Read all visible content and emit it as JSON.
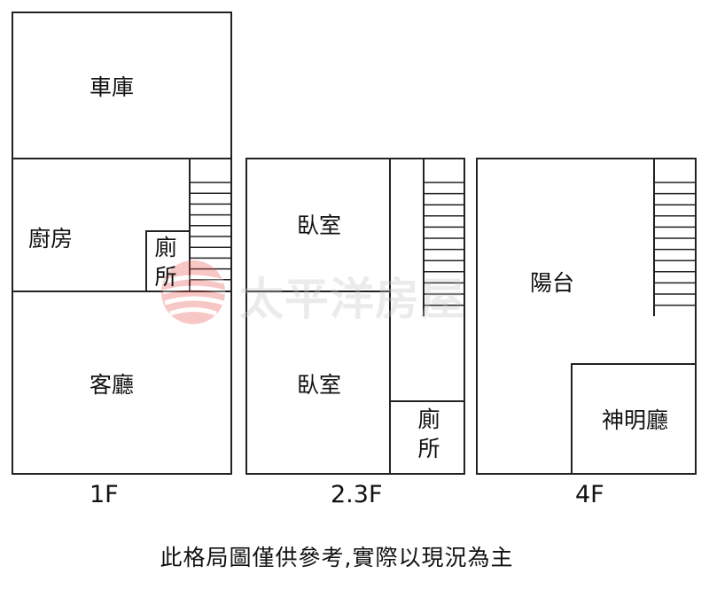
{
  "floors": [
    {
      "label": "1F",
      "rooms": {
        "garage": "車庫",
        "kitchen": "廚房",
        "toilet_top": "廁",
        "toilet_bottom": "所",
        "living_room": "客廳"
      }
    },
    {
      "label": "2.3F",
      "rooms": {
        "bedroom_upper": "臥室",
        "bedroom_lower": "臥室",
        "toilet_top": "廁",
        "toilet_bottom": "所"
      }
    },
    {
      "label": "4F",
      "rooms": {
        "balcony": "陽台",
        "shrine_hall": "神明廳"
      }
    }
  ],
  "watermark": {
    "text": "太平洋房屋",
    "color": "#e8554e"
  },
  "disclaimer": "此格局圖僅供參考,實際以現況為主"
}
